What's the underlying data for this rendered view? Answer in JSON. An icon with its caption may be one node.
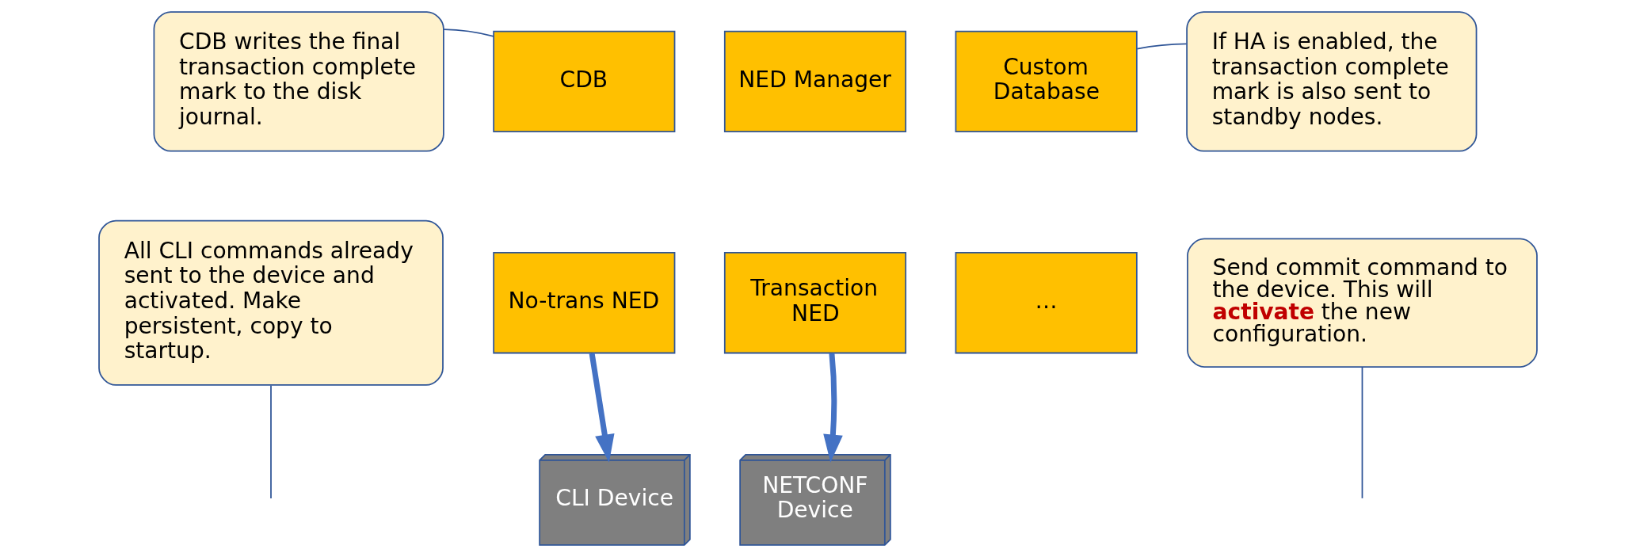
{
  "diagram": {
    "nodes": [
      {
        "text": [
          "CDB writes the final transaction complete mark to the disk journal."
        ]
      },
      {
        "text": [
          "CDB"
        ]
      },
      {
        "text": [
          "NED Manager"
        ]
      },
      {
        "text": [
          "Custom Database"
        ]
      },
      {
        "text": [
          "If HA is enabled, the transaction complete mark is also sent to standby nodes."
        ]
      },
      {
        "text": [
          "All CLI commands already sent to the device and activated. Make persistent, copy to startup."
        ]
      },
      {
        "text": [
          "No-trans NED"
        ]
      },
      {
        "text": [
          "Transaction NED"
        ]
      },
      {
        "text": [
          "…"
        ]
      },
      {
        "text": [
          "Send commit command to the device. This will **activate** the new configuration."
        ]
      },
      {
        "text": [
          "CLI Device"
        ]
      },
      {
        "text": [
          "NETCONF Device"
        ]
      }
    ],
    "edges": [
      {
        "from": 0,
        "to": 1,
        "arrow": "none",
        "color": "#2f5597"
      },
      {
        "from": 4,
        "to": 3,
        "arrow": "none",
        "color": "#2f5597"
      },
      {
        "from": 5,
        "to": null,
        "arrow": "none",
        "color": "#2f5597"
      },
      {
        "from": 9,
        "to": null,
        "arrow": "none",
        "color": "#2f5597"
      },
      {
        "from": 6,
        "to": 10,
        "arrow": "to",
        "style": "thick",
        "color": "#4472c4"
      },
      {
        "from": 7,
        "to": 11,
        "arrow": "to",
        "style": "thick",
        "color": "#4472c4"
      }
    ]
  }
}
